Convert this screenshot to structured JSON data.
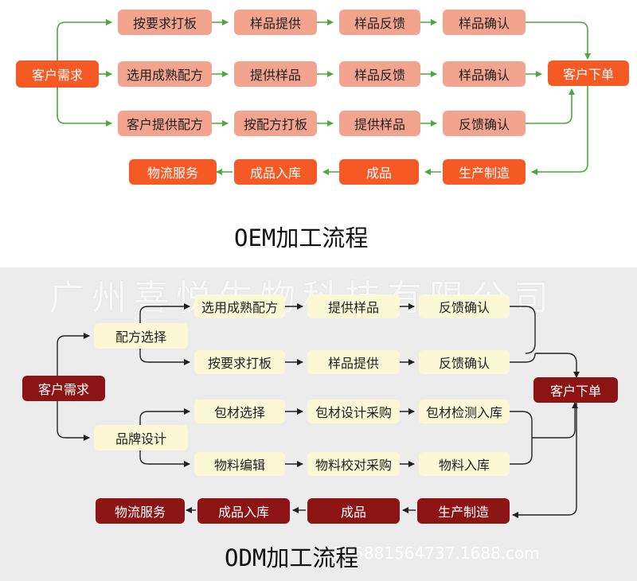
{
  "oem": {
    "title": "OEM加工流程",
    "start": "客户需求",
    "row1": [
      "按要求打板",
      "样品提供",
      "样品反馈",
      "样品确认"
    ],
    "row2": [
      "选用成熟配方",
      "提供样品",
      "样品反馈",
      "样品确认"
    ],
    "row3": [
      "客户提供配方",
      "按配方打板",
      "提供样品",
      "反馈确认"
    ],
    "order": "客户下单",
    "production": "生产制造",
    "product": "成品",
    "warehouse": "成品入库",
    "logistics": "物流服务"
  },
  "odm": {
    "title": "ODM加工流程",
    "start": "客户需求",
    "branch_formula": "配方选择",
    "branch_brand": "品牌设计",
    "formula_row1": [
      "选用成熟配方",
      "提供样品",
      "反馈确认"
    ],
    "formula_row2": [
      "按要求打板",
      "样品提供",
      "反馈确认"
    ],
    "brand_row1": [
      "包材选择",
      "包材设计采购",
      "包材检测入库"
    ],
    "brand_row2": [
      "物料编辑",
      "物料校对采购",
      "物料入库"
    ],
    "order": "客户下单",
    "production": "生产制造",
    "product": "成品",
    "warehouse": "成品入库",
    "logistics": "物流服务"
  },
  "watermark": "广州喜悦生物科技有限公司",
  "watermark_url": "1355881564737.1688.com",
  "colors": {
    "oem_step": "#f3a48e",
    "oem_key": "#f55a24",
    "oem_arrow": "#4aaa3c",
    "odm_step": "#fbf8d5",
    "odm_key": "#8c1414",
    "odm_arrow": "#222222",
    "odm_background": "#ececec"
  }
}
